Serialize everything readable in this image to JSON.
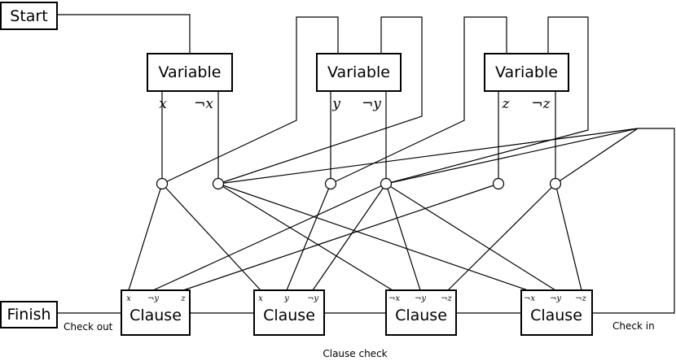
{
  "start_label": "Start",
  "finish_label": "Finish",
  "variables": [
    {
      "label": "Variable",
      "pos": "x",
      "neg": "¬x"
    },
    {
      "label": "Variable",
      "pos": "y",
      "neg": "¬y"
    },
    {
      "label": "Variable",
      "pos": "z",
      "neg": "¬z"
    }
  ],
  "clauses": [
    {
      "label": "Clause",
      "literals": [
        "x",
        "¬y",
        "z"
      ]
    },
    {
      "label": "Clause",
      "literals": [
        "x",
        "y",
        "¬y"
      ]
    },
    {
      "label": "Clause",
      "literals": [
        "¬x",
        "¬y",
        "¬z"
      ]
    },
    {
      "label": "Clause",
      "literals": [
        "¬x",
        "¬y",
        "¬z"
      ]
    }
  ],
  "check_out_label": "Check out",
  "check_in_label": "Check in",
  "clause_check_label": "Clause check"
}
